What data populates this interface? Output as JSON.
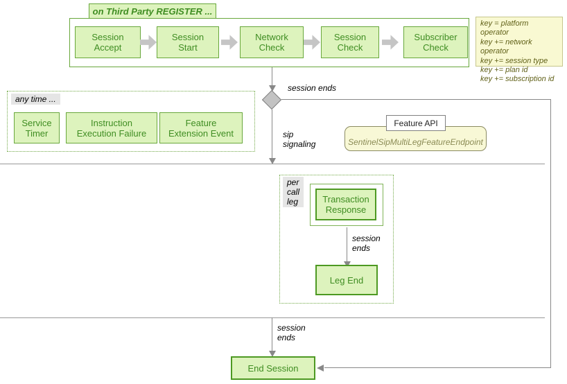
{
  "colors": {
    "node_fill": "#ddf3bd",
    "node_border": "#68a73b",
    "node_border_strong": "#4d9922",
    "node_text": "#3f8d22",
    "note_fill": "#f9f9d2",
    "note_border": "#c6c68c",
    "note_text": "#62621a",
    "endpoint_fill": "#f8f8d6",
    "endpoint_text": "#8b8b55",
    "line_gray": "#888888",
    "label_bg": "#e5e5e5",
    "arrow_gray": "#c5c5c5"
  },
  "register_flow": {
    "tab_label": "on Third Party REGISTER ...",
    "steps": [
      "Session\nAccept",
      "Session\nStart",
      "Network\nCheck",
      "Session\nCheck",
      "Subscriber\nCheck"
    ]
  },
  "key_legend": {
    "lines": [
      "key = platform operator",
      "key += network operator",
      "key += session type",
      "key += plan id",
      "key += subscription id"
    ]
  },
  "labels": {
    "session_ends_top": "session ends",
    "sip_signaling": "sip\nsignaling",
    "session_ends_leg": "session\nends",
    "session_ends_bottom": "session\nends"
  },
  "any_time": {
    "label": "any time ...",
    "events": [
      "Service\nTimer",
      "Instruction\nExecution Failure",
      "Feature\nExtension Event"
    ]
  },
  "feature_api": {
    "title": "Feature API",
    "endpoint": "SentinelSipMultiLegFeatureEndpoint"
  },
  "per_call_leg": {
    "label": "per\ncall\nleg",
    "transaction_response": "Transaction\nResponse",
    "leg_end": "Leg End"
  },
  "end_session": "End Session"
}
